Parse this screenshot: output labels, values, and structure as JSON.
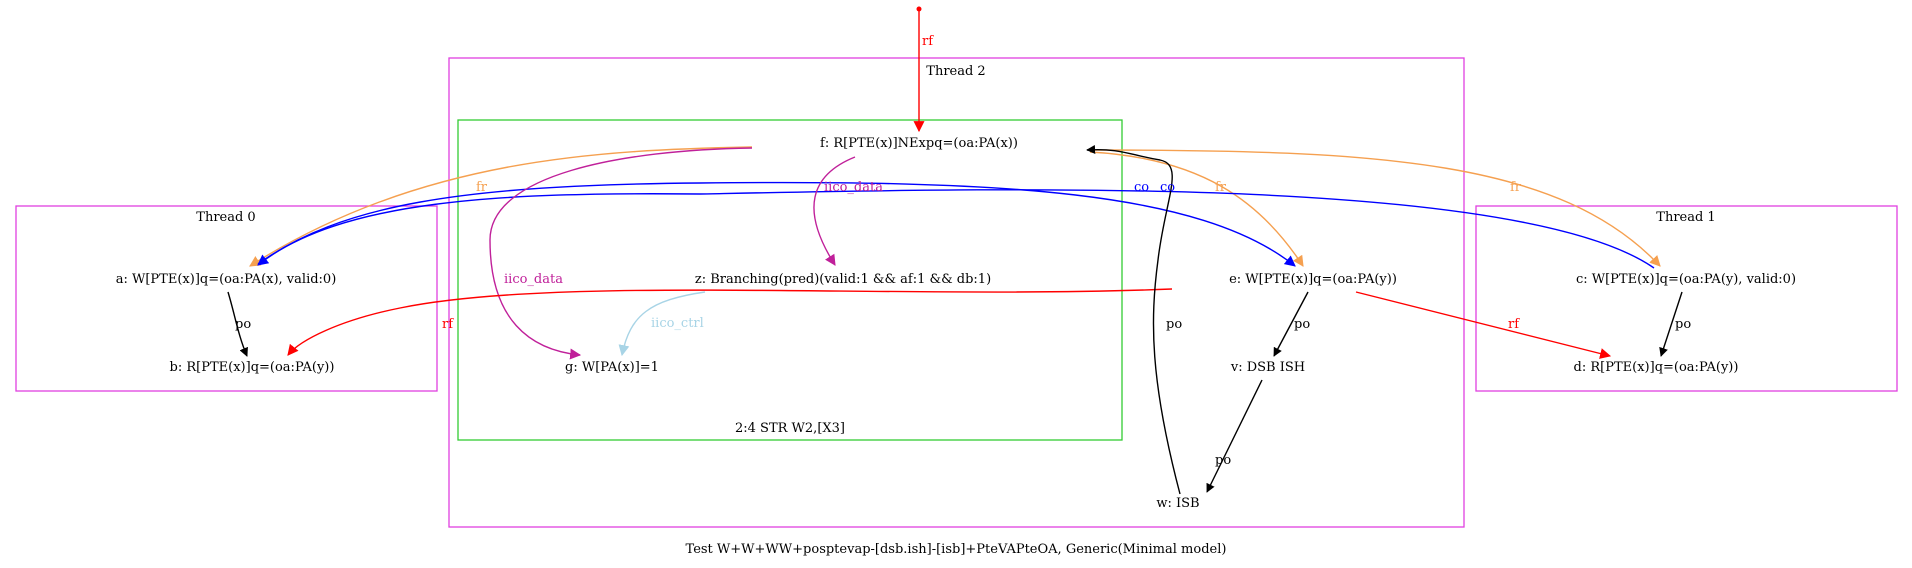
{
  "caption": "Test W+W+WW+posptevap-[dsb.ish]-[isb]+PteVAPteOA, Generic(Minimal model)",
  "colors": {
    "cluster_thread": "#e040e0",
    "cluster_instr": "#33cc33",
    "rf": "#ff0000",
    "fr": "#f5a050",
    "co": "#0000ff",
    "po": "#000000",
    "iico_data": "#c0209a",
    "iico_ctrl": "#a8d4e6"
  },
  "clusters": {
    "thread0": "Thread 0",
    "thread1": "Thread 1",
    "thread2": "Thread 2",
    "instr": "2:4 STR W2,[X3]"
  },
  "nodes": {
    "a": "a: W[PTE(x)]q=(oa:PA(x), valid:0)",
    "b": "b: R[PTE(x)]q=(oa:PA(y))",
    "c": "c: W[PTE(x)]q=(oa:PA(y), valid:0)",
    "d": "d: R[PTE(x)]q=(oa:PA(y))",
    "f": "f: R[PTE(x)]NExpq=(oa:PA(x))",
    "z": "z: Branching(pred)(valid:1 && af:1 && db:1)",
    "g": "g: W[PA(x)]=1",
    "e": "e: W[PTE(x)]q=(oa:PA(y))",
    "v": "v: DSB ISH",
    "w": "w: ISB"
  },
  "edges": {
    "rf": "rf",
    "fr": "fr",
    "co": "co",
    "po": "po",
    "iico_data": "iico_data",
    "iico_ctrl": "iico_ctrl"
  }
}
